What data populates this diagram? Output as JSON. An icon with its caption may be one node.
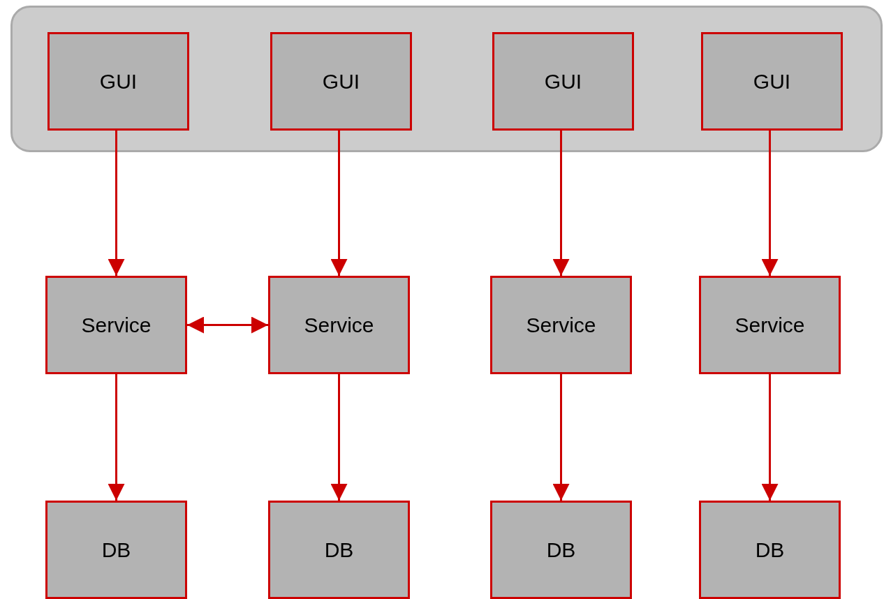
{
  "diagram": {
    "nodes": [
      {
        "text": [],
        "shape": "box"
      },
      {
        "text": [
          "GUI"
        ],
        "in": 0
      },
      {
        "text": [
          "GUI"
        ],
        "in": 0
      },
      {
        "text": [
          "GUI"
        ],
        "in": 0
      },
      {
        "text": [
          "GUI"
        ],
        "in": 0
      },
      {
        "text": [
          "Service"
        ]
      },
      {
        "text": [
          "Service"
        ]
      },
      {
        "text": [
          "Service"
        ]
      },
      {
        "text": [
          "Service"
        ]
      },
      {
        "text": [
          "DB"
        ]
      },
      {
        "text": [
          "DB"
        ]
      },
      {
        "text": [
          "DB"
        ]
      },
      {
        "text": [
          "DB"
        ]
      }
    ],
    "edges": [
      {
        "from": 1,
        "to": 5,
        "arrow": "to"
      },
      {
        "from": 2,
        "to": 6,
        "arrow": "to"
      },
      {
        "from": 3,
        "to": 7,
        "arrow": "to"
      },
      {
        "from": 4,
        "to": 8,
        "arrow": "to"
      },
      {
        "from": 5,
        "to": 6,
        "arrow": "both"
      },
      {
        "from": 5,
        "to": 9,
        "arrow": "to"
      },
      {
        "from": 6,
        "to": 10,
        "arrow": "to"
      },
      {
        "from": 7,
        "to": 11,
        "arrow": "to"
      },
      {
        "from": 8,
        "to": 12,
        "arrow": "to"
      }
    ]
  }
}
